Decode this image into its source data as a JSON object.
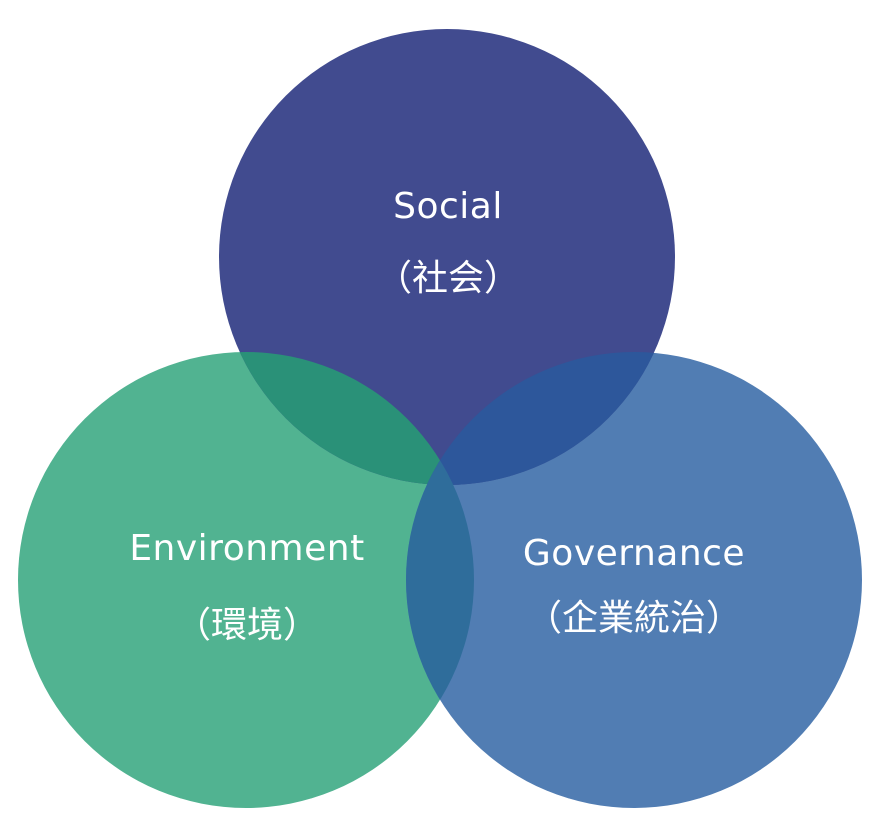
{
  "diagram": {
    "circles": [
      {
        "id": "social",
        "name": "Social",
        "subtitle": "（社会）",
        "color": "#414b8f"
      },
      {
        "id": "environment",
        "name": "Environment",
        "subtitle": "（環境）",
        "color": "#51b391"
      },
      {
        "id": "governance",
        "name": "Governance",
        "subtitle": "（企業統治）",
        "color": "#517db3"
      }
    ],
    "overlap_colors": {
      "social_environment": "#2a9178",
      "social_governance": "#2d579b",
      "environment_governance": "#2f6d9b"
    }
  }
}
